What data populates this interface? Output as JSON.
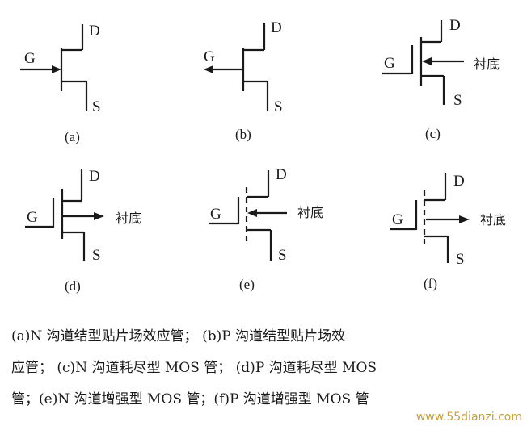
{
  "symbols": [
    {
      "gate": "G",
      "drain": "D",
      "source": "S",
      "caption": "(a)"
    },
    {
      "gate": "G",
      "drain": "D",
      "source": "S",
      "caption": "(b)"
    },
    {
      "gate": "G",
      "drain": "D",
      "source": "S",
      "caption": "(c)",
      "substrate": "衬底"
    },
    {
      "gate": "G",
      "drain": "D",
      "source": "S",
      "caption": "(d)",
      "substrate": "衬底"
    },
    {
      "gate": "G",
      "drain": "D",
      "source": "S",
      "caption": "(e)",
      "substrate": "衬底"
    },
    {
      "gate": "G",
      "drain": "D",
      "source": "S",
      "caption": "(f)",
      "substrate": "衬底"
    }
  ],
  "description": {
    "line1": "(a)N 沟道结型贴片场效应管；  (b)P 沟道结型贴片场效",
    "line2": "应管；  (c)N 沟道耗尽型 MOS 管；  (d)P 沟道耗尽型 MOS",
    "line3": "管；(e)N 沟道增强型 MOS 管；(f)P 沟道增强型 MOS 管"
  },
  "watermark": "www.55dianzi.com",
  "colors": {
    "ink": "#1a1a1a",
    "watermark": "#c8a040"
  }
}
